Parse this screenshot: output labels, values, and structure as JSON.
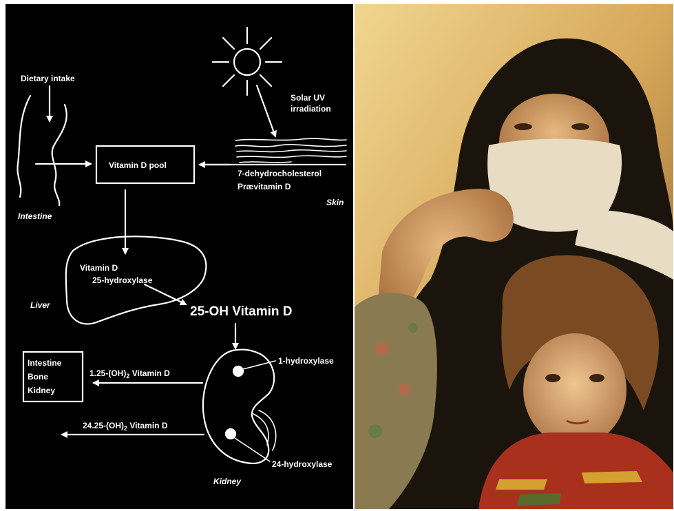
{
  "diagram": {
    "dietary_intake": "Dietary intake",
    "solar_uv_line1": "Solar UV",
    "solar_uv_line2": "irradiation",
    "vitamin_d_pool": "Vitamin D  pool",
    "dehydrocholesterol": "7-dehydrocholesterol",
    "previtamin_d": "Prævitamin D",
    "skin": "Skin",
    "intestine": "Intestine",
    "liver_enzyme_line1": "Vitamin D",
    "liver_enzyme_line2": "25-hydroxylase",
    "liver": "Liver",
    "oh_vitamin_d": "25-OH Vitamin D",
    "targets_line1": "Intestine",
    "targets_line2": "Bone",
    "targets_line3": "Kidney",
    "dihydroxy_125_prefix": "1.25-(OH)",
    "dihydroxy_125_sub": "2",
    "dihydroxy_125_suffix": " Vitamin D",
    "dihydroxy_2425_prefix": "24.25-(OH)",
    "dihydroxy_2425_sub": "2",
    "dihydroxy_2425_suffix": " Vitamin D",
    "one_hydroxylase": "1-hydroxylase",
    "twentyfour_hydroxylase": "24-hydroxylase",
    "kidney": "Kidney"
  },
  "colors": {
    "slide_background": "#000000",
    "diagram_ink": "#ffffff",
    "photo_sky": "#e8c67a",
    "scarf_black": "#1a140c",
    "sweater_red": "#a8301c"
  }
}
